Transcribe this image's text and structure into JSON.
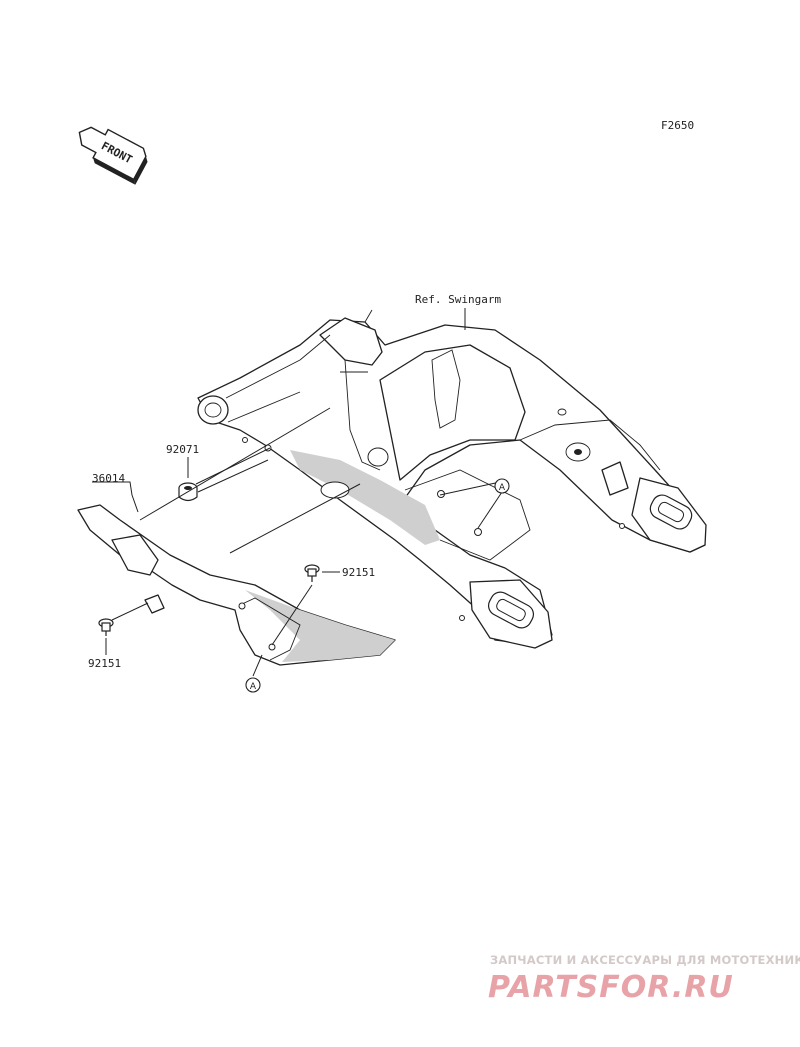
{
  "figure_code": "F2650",
  "front_arrow": {
    "label": "FRONT"
  },
  "reference": {
    "label": "Ref. Swingarm"
  },
  "parts": [
    {
      "number": "92071"
    },
    {
      "number": "36014"
    },
    {
      "number": "92151"
    },
    {
      "number": "92151"
    }
  ],
  "markers": [
    {
      "letter": "A"
    },
    {
      "letter": "A"
    }
  ],
  "watermark": {
    "tagline": "ЗАПЧАСТИ И АКСЕССУАРЫ ДЛЯ МОТОТЕХНИКИ",
    "logo": "PARTSFOR.RU",
    "color": "#e8a3a8"
  }
}
